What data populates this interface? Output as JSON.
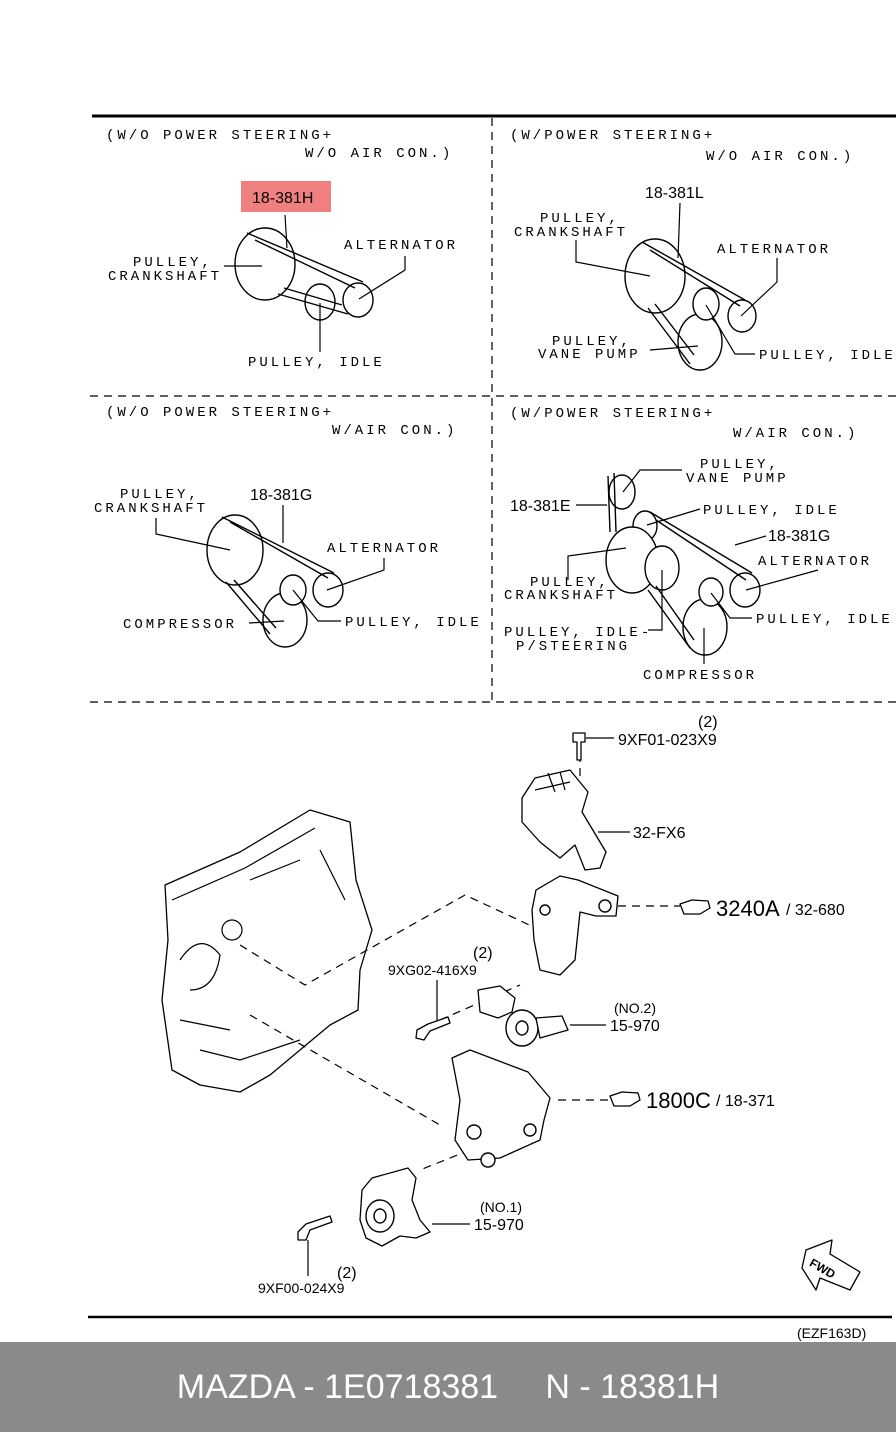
{
  "panels": {
    "a": {
      "title1": "(W/O POWER STEERING+",
      "title2": "W/O AIR CON.)",
      "belt": "18-381H",
      "crank": [
        "PULLEY,",
        "CRANKSHAFT"
      ],
      "alternator": "ALTERNATOR",
      "idle": "PULLEY, IDLE"
    },
    "b": {
      "title1": "(W/POWER STEERING+",
      "title2": "W/O AIR CON.)",
      "belt": "18-381L",
      "crank": [
        "PULLEY,",
        "CRANKSHAFT"
      ],
      "alternator": "ALTERNATOR",
      "vane": [
        "PULLEY,",
        "VANE PUMP"
      ],
      "idle": "PULLEY, IDLE"
    },
    "c": {
      "title1": "(W/O POWER STEERING+",
      "title2": "W/AIR CON.)",
      "belt": "18-381G",
      "crank": [
        "PULLEY,",
        "CRANKSHAFT"
      ],
      "alternator": "ALTERNATOR",
      "compressor": "COMPRESSOR",
      "idle": "PULLEY, IDLE"
    },
    "d": {
      "title1": "(W/POWER STEERING+",
      "title2": "W/AIR CON.)",
      "vane": [
        "PULLEY,",
        "VANE PUMP"
      ],
      "belt_e": "18-381E",
      "idle_top": "PULLEY, IDLE",
      "belt_g": "18-381G",
      "alternator": "ALTERNATOR",
      "crank": [
        "PULLEY,",
        "CRANKSHAFT"
      ],
      "idle_alt": "PULLEY, IDLE",
      "idle_ps": [
        "PULLEY, IDLE-",
        "P/STEERING"
      ],
      "compressor": "COMPRESSOR"
    }
  },
  "highlight_color": "#f08080",
  "parts": {
    "bolt_top": "9XF01-023X9",
    "bolt_top_qty": "(2)",
    "bracket_top": "32-FX6",
    "ref_top_code": "3240A",
    "ref_top_part": "/ 32-680",
    "bolt_mid": "9XG02-416X9",
    "bolt_mid_qty": "(2)",
    "tensioner2_no": "(NO.2)",
    "tensioner2": "15-970",
    "ref_bot_code": "1800C",
    "ref_bot_part": "/ 18-371",
    "tensioner1_no": "(NO.1)",
    "tensioner1": "15-970",
    "bolt_bot": "9XF00-024X9",
    "bolt_bot_qty": "(2)",
    "fwd": "FWD",
    "code": "(EZF163D)"
  },
  "footer": {
    "text": "MAZDA - 1E0718381     N - 18381H"
  }
}
